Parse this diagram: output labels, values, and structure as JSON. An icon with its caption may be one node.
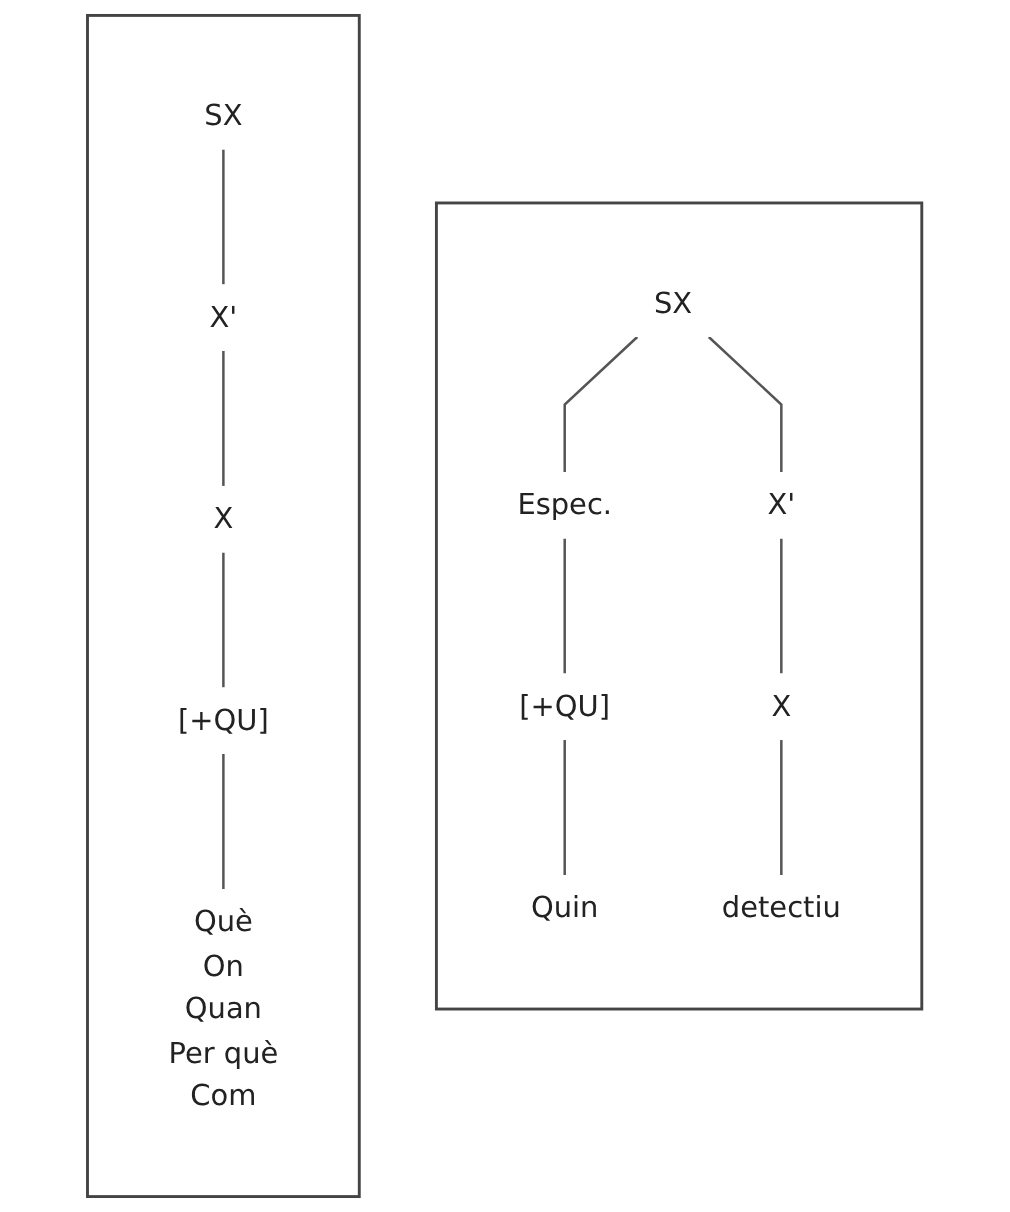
{
  "diagram": {
    "nodes": [
      {
        "text": [],
        "shape": "box"
      },
      {
        "text": [
          "SX"
        ],
        "in": 0
      },
      {
        "text": [
          "X'"
        ],
        "in": 0
      },
      {
        "text": [
          "X"
        ],
        "in": 0
      },
      {
        "text": [
          "[+QU]"
        ],
        "in": 0
      },
      {
        "text": [
          "Què",
          "On",
          "Quan",
          "Per què",
          "Com"
        ],
        "in": 0
      },
      {
        "text": [],
        "shape": "box"
      },
      {
        "text": [
          "SX"
        ],
        "in": 6
      },
      {
        "text": [
          "Espec."
        ],
        "in": 6
      },
      {
        "text": [
          "X'"
        ],
        "in": 6
      },
      {
        "text": [
          "X"
        ],
        "in": 6
      },
      {
        "text": [
          "[+QU]"
        ],
        "in": 6
      },
      {
        "text": [
          "Quin"
        ],
        "in": 6
      },
      {
        "text": [
          "detectiu"
        ],
        "in": 6
      }
    ],
    "edges": [
      {
        "from": 1,
        "to": 2,
        "arrow": "none"
      },
      {
        "from": 2,
        "to": 3,
        "arrow": "none"
      },
      {
        "from": 3,
        "to": 4,
        "arrow": "none"
      },
      {
        "from": 4,
        "to": 5,
        "arrow": "none"
      },
      {
        "from": 7,
        "to": 8,
        "arrow": "none"
      },
      {
        "from": 7,
        "to": 9,
        "arrow": "none"
      },
      {
        "from": 8,
        "to": 11,
        "arrow": "none"
      },
      {
        "from": 11,
        "to": 12,
        "arrow": "none"
      },
      {
        "from": 9,
        "to": 10,
        "arrow": "none"
      },
      {
        "from": 10,
        "to": 13,
        "arrow": "none"
      }
    ]
  }
}
